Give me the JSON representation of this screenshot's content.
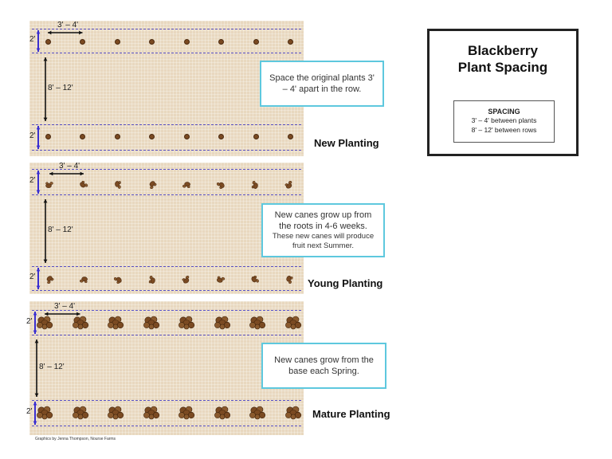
{
  "legend": {
    "title_line1": "Blackberry",
    "title_line2": "Plant Spacing",
    "spacing_heading": "SPACING",
    "spacing_plants": "3' – 4' between plants",
    "spacing_rows": "8' – 12' between rows"
  },
  "stages": [
    {
      "name": "New Planting",
      "plant_stage": "seed",
      "in_row_label": "3' – 4'",
      "row_gap_label": "8' – 12'",
      "row_width_label": "2'",
      "note_main": "Space the original plants 3' – 4' apart in the row.",
      "note_sub": ""
    },
    {
      "name": "Young Planting",
      "plant_stage": "sprout",
      "in_row_label": "3' – 4'",
      "row_gap_label": "8' – 12'",
      "row_width_label": "2'",
      "note_main": "New canes grow up from the roots in 4-6 weeks.",
      "note_sub": "These new canes will produce fruit next Summer."
    },
    {
      "name": "Mature Planting",
      "plant_stage": "bush",
      "in_row_label": "3' – 4'",
      "row_gap_label": "8' – 12'",
      "row_width_label": "2'",
      "note_main": "New canes grow from the base each Spring.",
      "note_sub": ""
    }
  ],
  "plants_per_row": 8,
  "credit": "Graphics by Jenna Thompson, Nourse Farms",
  "colors": {
    "soil": "#e8d8bf",
    "row_line": "#5a52c7",
    "note_border": "#5ec8de",
    "plant": "#7a4a22",
    "arrow_blue": "#3a2fd0"
  }
}
